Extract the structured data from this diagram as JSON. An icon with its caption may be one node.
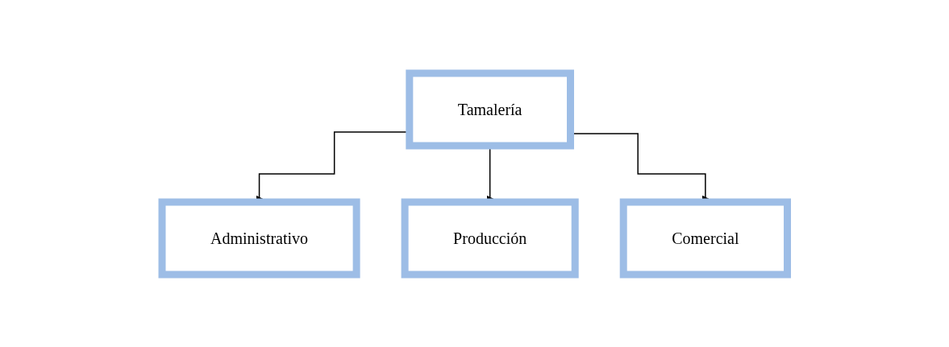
{
  "diagram": {
    "nodes": [
      {
        "text": [
          "Tamalería"
        ]
      },
      {
        "text": [
          "Administrativo"
        ]
      },
      {
        "text": [
          "Producción"
        ]
      },
      {
        "text": [
          "Comercial"
        ]
      }
    ],
    "edges": [
      {
        "from": 0,
        "to": 1,
        "arrow": "to"
      },
      {
        "from": 0,
        "to": 2,
        "arrow": "to"
      },
      {
        "from": 0,
        "to": 3,
        "arrow": "to"
      }
    ]
  }
}
